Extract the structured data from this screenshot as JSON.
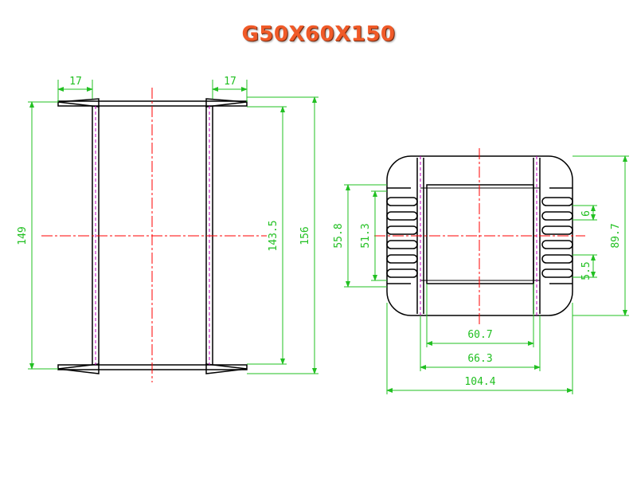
{
  "title": "G50X60X150",
  "colors": {
    "outline": "#000000",
    "hidden_line": "#c000c0",
    "center_line": "#ff0000",
    "dimension": "#22c022",
    "title": "#f05a28"
  },
  "side_view": {
    "flange_width_left": "17",
    "flange_width_right": "17",
    "overall_height_left": "149",
    "inner_height": "143.5",
    "overall_height_right": "156"
  },
  "end_view": {
    "outer_height": "55.8",
    "inner_height": "51.3",
    "fin_pitch": "6",
    "overall_height": "89.7",
    "fin_gap": "5.5",
    "window_width": "60.7",
    "core_width": "66.3",
    "overall_width": "104.4"
  }
}
